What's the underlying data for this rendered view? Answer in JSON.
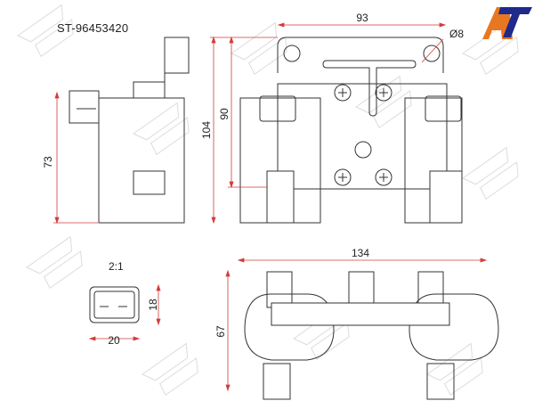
{
  "drawing": {
    "part_number": "ST-96453420",
    "scale": "2:1",
    "subject": "ignition coil technical drawing",
    "watermark": "SAT",
    "colors": {
      "line": "#333333",
      "dimension": "#d23c3c",
      "watermark": "#d8d8d8",
      "logo_orange": "#e87722",
      "logo_blue": "#1f2a8a"
    }
  },
  "logo": {
    "name": "AT logo"
  },
  "views": {
    "side_view": {
      "height_dim": "73"
    },
    "front_view": {
      "width_dim": "93",
      "hole_dim": "Ø8",
      "height_outer_dim": "104",
      "height_inner_dim": "90"
    },
    "connector_detail": {
      "width_dim": "20",
      "height_dim": "18"
    },
    "top_view": {
      "width_dim": "134",
      "height_dim": "67"
    }
  }
}
